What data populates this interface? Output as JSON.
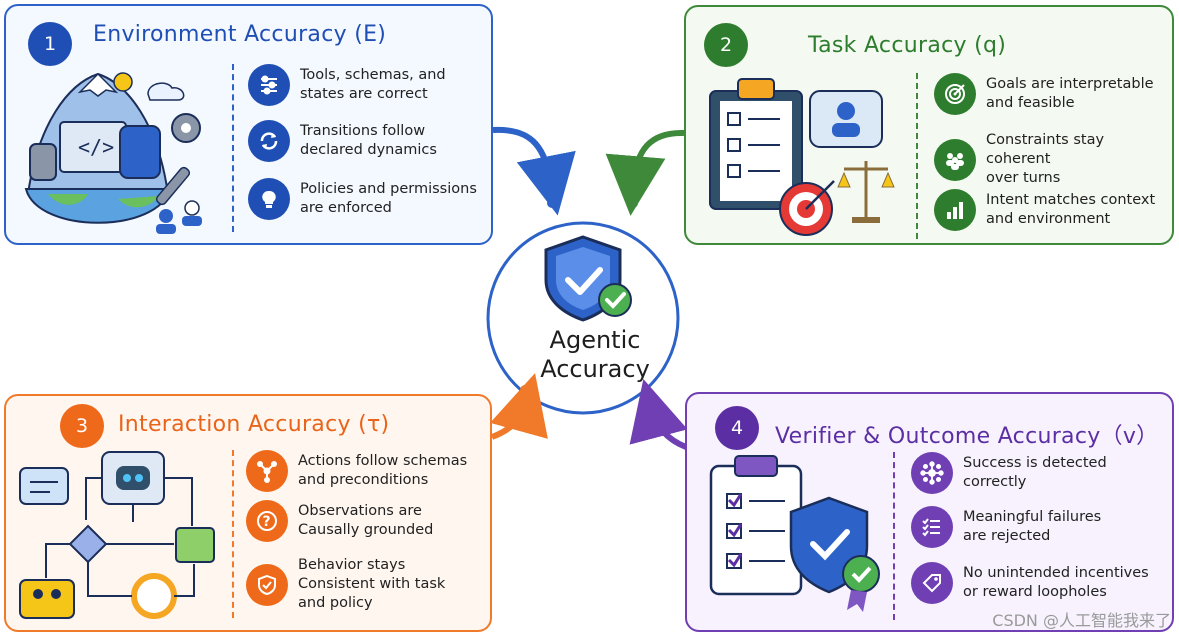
{
  "center": {
    "line1": "Agentic",
    "line2": "Accuracy"
  },
  "panels": [
    {
      "number": "1",
      "title": "Environment Accuracy (E)",
      "color": "#2d63c8",
      "items": [
        {
          "icon": "sliders-icon",
          "text": "Tools, schemas, and\nstates are correct"
        },
        {
          "icon": "refresh-icon",
          "text": "Transitions follow\ndeclared dynamics"
        },
        {
          "icon": "lightbulb-icon",
          "text": "Policies and permissions\nare enforced"
        }
      ]
    },
    {
      "number": "2",
      "title": "Task Accuracy (q)",
      "color": "#3e8a3a",
      "items": [
        {
          "icon": "target-icon",
          "text": "Goals are interpretable\nand feasible"
        },
        {
          "icon": "people-icon",
          "text": "Constraints stay coherent\nover turns"
        },
        {
          "icon": "bar-chart-icon",
          "text": "Intent matches context\nand environment"
        }
      ]
    },
    {
      "number": "3",
      "title": "Interaction Accuracy (τ)",
      "color": "#f07a2a",
      "items": [
        {
          "icon": "network-icon",
          "text": "Actions follow schemas\nand preconditions"
        },
        {
          "icon": "question-icon",
          "text": "Observations are\nCausally grounded"
        },
        {
          "icon": "shield-check-icon",
          "text": "Behavior stays\nConsistent with task\nand policy"
        }
      ]
    },
    {
      "number": "4",
      "title": "Verifier & Outcome Accuracy（v）",
      "color": "#6f3fb3",
      "items": [
        {
          "icon": "hub-icon",
          "text": "Success is detected\ncorrectly"
        },
        {
          "icon": "list-check-icon",
          "text": "Meaningful failures\n are rejected"
        },
        {
          "icon": "tag-icon",
          "text": "No unintended incentives\nor reward loopholes"
        }
      ]
    }
  ],
  "watermark": "CSDN @人工智能我来了"
}
